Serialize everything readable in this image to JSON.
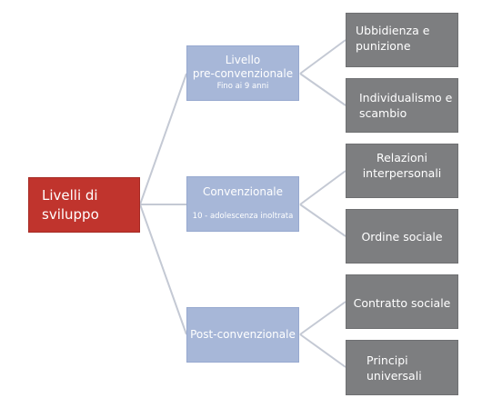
{
  "root": {
    "label_line1": "Livelli di",
    "label_line2": "sviluppo"
  },
  "levels": [
    {
      "title_line1": "Livello",
      "title_line2": "pre-convenzionale",
      "subtitle": "Fino ai 9 anni"
    },
    {
      "title": "Convenzionale",
      "subtitle": "10 - adolescenza inoltrata"
    },
    {
      "title": "Post-convenzionale"
    }
  ],
  "stages": [
    {
      "line1": "Ubbidienza e",
      "line2": "punizione"
    },
    {
      "line1": "Individualismo e",
      "line2": "scambio"
    },
    {
      "line1": "Relazioni",
      "line2": "interpersonali"
    },
    {
      "line1": "Ordine sociale"
    },
    {
      "line1": "Contratto sociale"
    },
    {
      "line1": "Principi",
      "line2": "universali"
    }
  ],
  "colors": {
    "root": "#c0342d",
    "level": "#a7b7d8",
    "stage": "#7d7e80",
    "connector": "#c4c9d4"
  }
}
